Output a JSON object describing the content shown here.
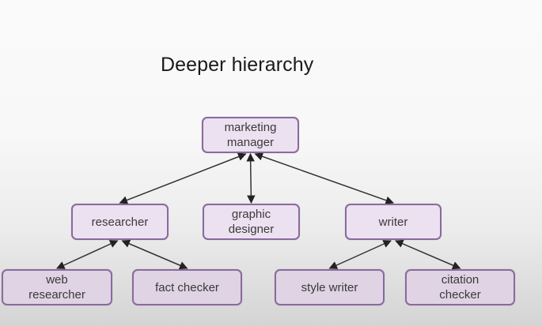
{
  "title": "Deeper hierarchy",
  "colors": {
    "node_fill": "#ece1f0",
    "node_border": "#8a6a9e",
    "edge": "#333333",
    "title_text": "#1a1a1a"
  },
  "nodes": {
    "marketing_manager": "marketing\nmanager",
    "researcher": "researcher",
    "graphic_designer": "graphic\ndesigner",
    "writer": "writer",
    "web_researcher": "web\nresearcher",
    "fact_checker": "fact checker",
    "style_writer": "style writer",
    "citation_checker": "citation\nchecker"
  },
  "edges": [
    {
      "from": "marketing_manager",
      "to": "researcher",
      "arrows": "both"
    },
    {
      "from": "marketing_manager",
      "to": "graphic_designer",
      "arrows": "both"
    },
    {
      "from": "marketing_manager",
      "to": "writer",
      "arrows": "both"
    },
    {
      "from": "researcher",
      "to": "web_researcher",
      "arrows": "both"
    },
    {
      "from": "researcher",
      "to": "fact_checker",
      "arrows": "both"
    },
    {
      "from": "writer",
      "to": "style_writer",
      "arrows": "both"
    },
    {
      "from": "writer",
      "to": "citation_checker",
      "arrows": "both"
    }
  ]
}
